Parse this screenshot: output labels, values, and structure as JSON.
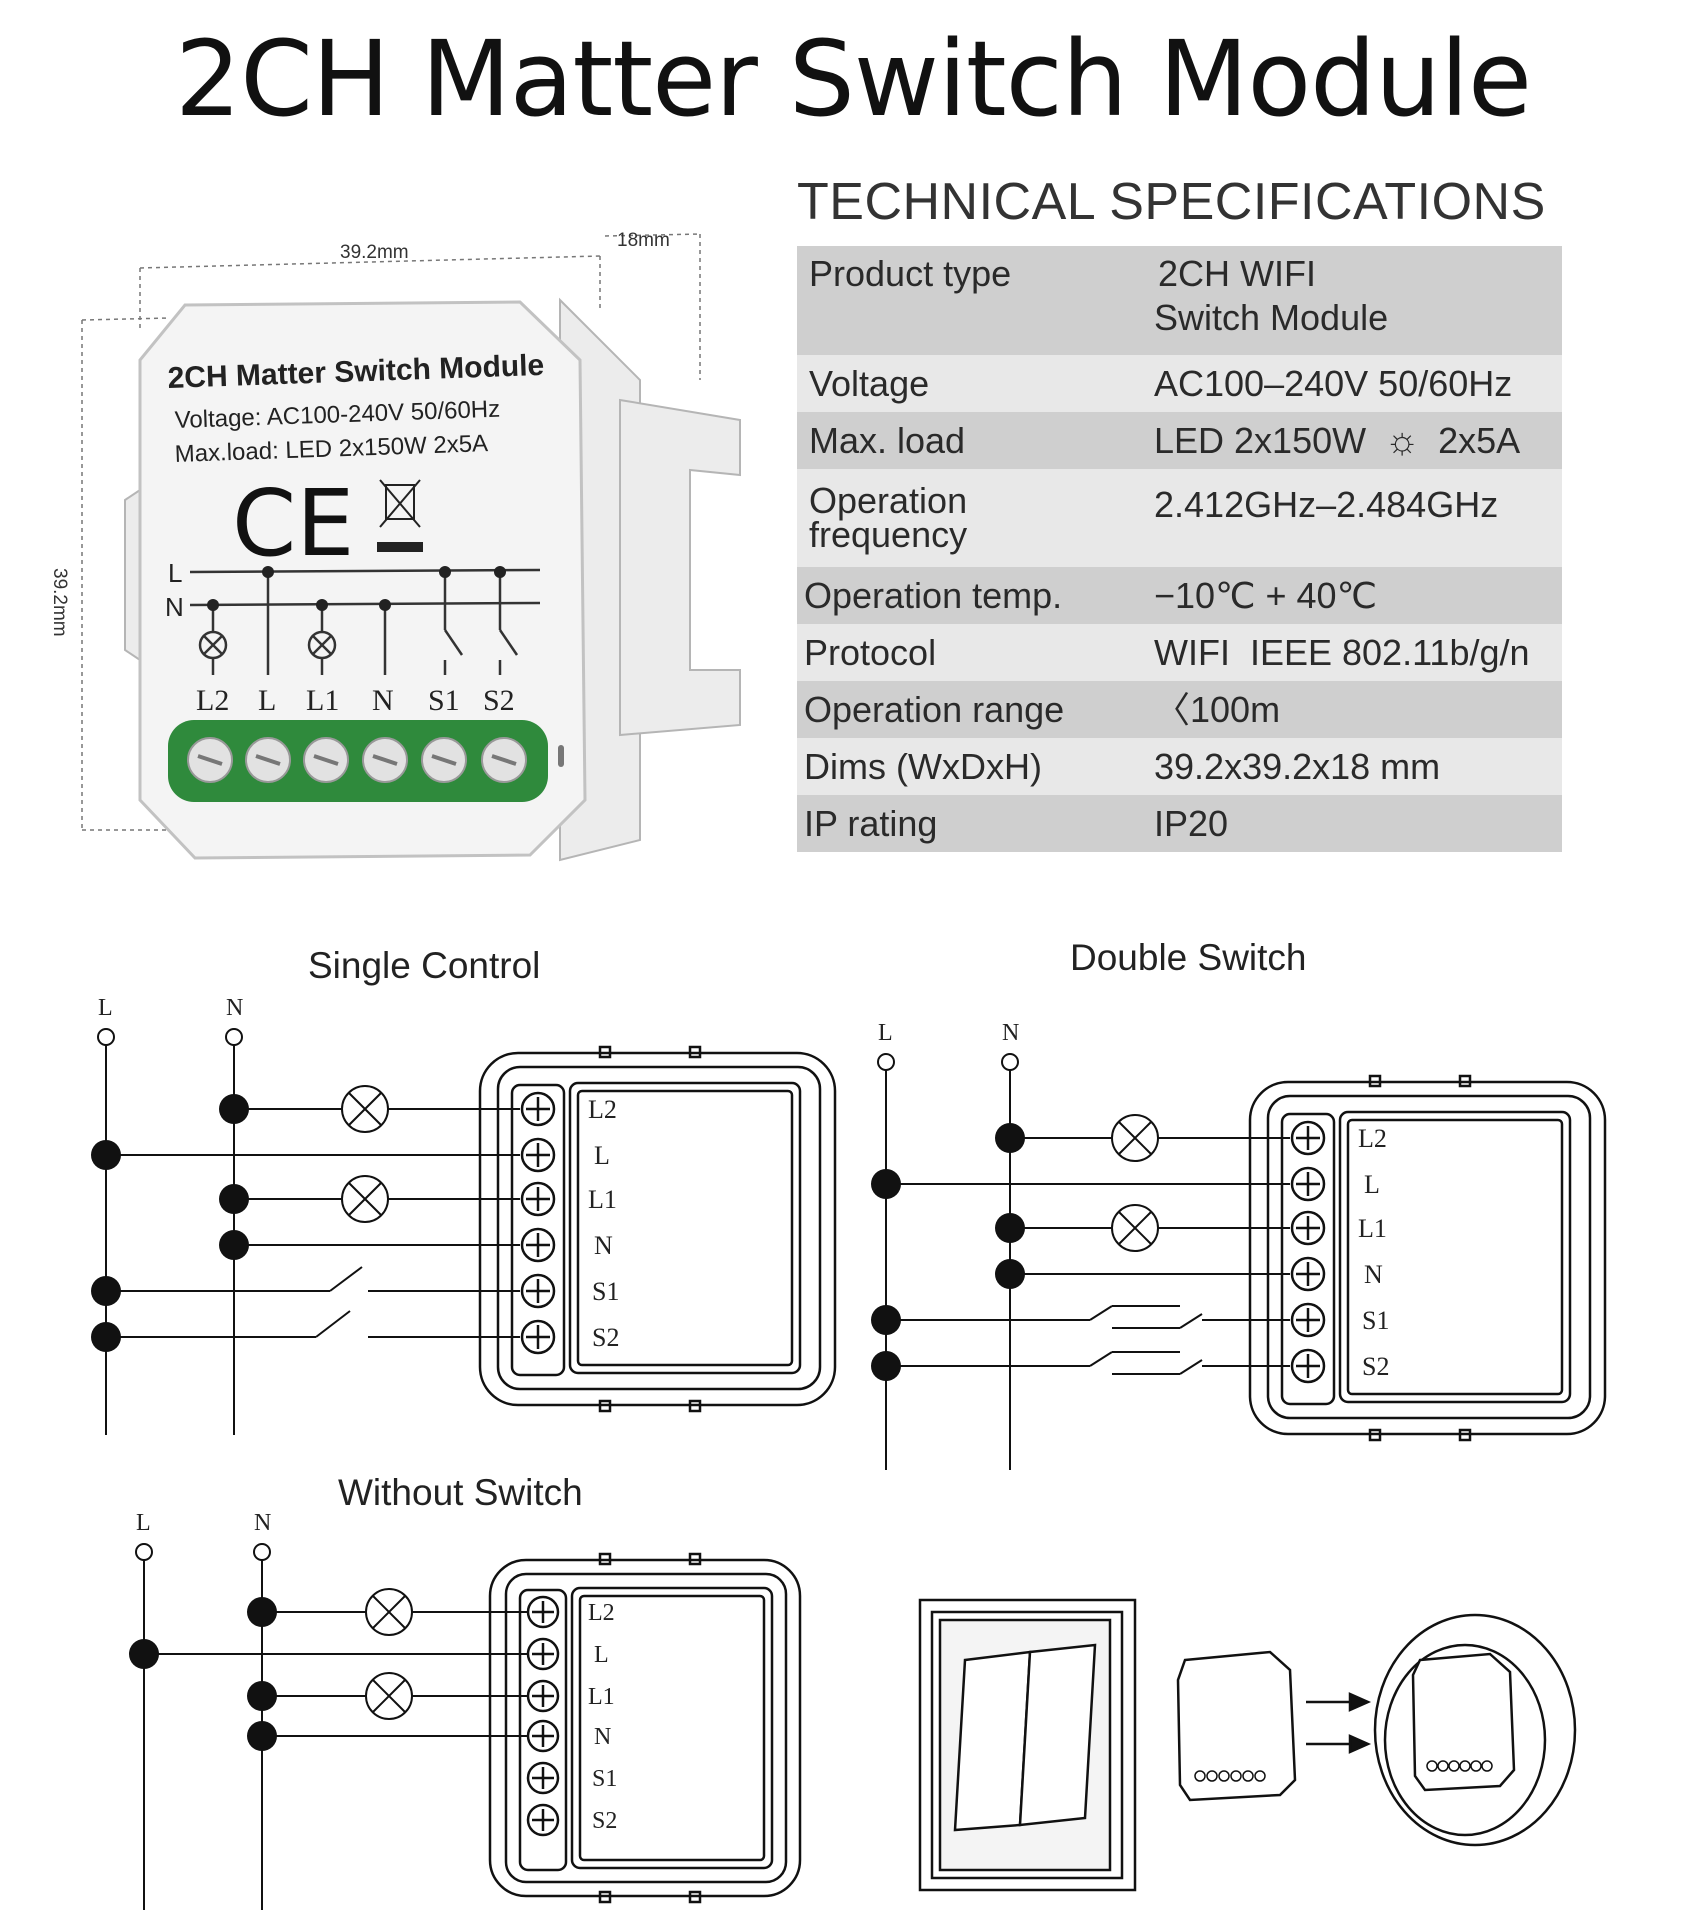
{
  "title": "2CH Matter Switch Module",
  "product": {
    "dim_width": "39.2mm",
    "dim_depth": "18mm",
    "dim_height": "39.2mm",
    "label_title": "2CH Matter Switch Module",
    "label_voltage": "Voltage: AC100-240V 50/60Hz",
    "label_load": "Max.load: LED 2x150W 2x5A",
    "ce_mark": "CE",
    "line_L": "L",
    "line_N": "N",
    "terminals": [
      "L2",
      "L",
      "L1",
      "N",
      "S1",
      "S2"
    ],
    "terminal_color": "#2f8a3c",
    "weee_icon": "crossed-bin-icon"
  },
  "specs": {
    "heading": "TECHNICAL SPECIFICATIONS",
    "rows": [
      {
        "label": "Product type",
        "value_line1": "2CH WIFI",
        "value_line2": "Switch Module"
      },
      {
        "label": "Voltage",
        "value": "AC100–240V 50/60Hz"
      },
      {
        "label": "Max. load",
        "value_a": "LED 2x150W",
        "icon": "bulb-icon",
        "value_b": "2x5A"
      },
      {
        "label_line1": "Operation",
        "label_line2": "frequency",
        "value": "2.412GHz–2.484GHz"
      },
      {
        "label": "Operation temp.",
        "value": "−10℃ + 40℃"
      },
      {
        "label": "Protocol",
        "value": "WIFI  IEEE 802.11b/g/n"
      },
      {
        "label": "Operation range",
        "value": "〈100m"
      },
      {
        "label": "Dims (WxDxH)",
        "value": "39.2x39.2x18 mm"
      },
      {
        "label": "IP rating",
        "value": "IP20"
      }
    ]
  },
  "diagrams": {
    "single_title": "Single Control",
    "double_title": "Double Switch",
    "without_title": "Without Switch",
    "bus_L": "L",
    "bus_N": "N",
    "terminals": [
      "L2",
      "L",
      "L1",
      "N",
      "S1",
      "S2"
    ]
  }
}
